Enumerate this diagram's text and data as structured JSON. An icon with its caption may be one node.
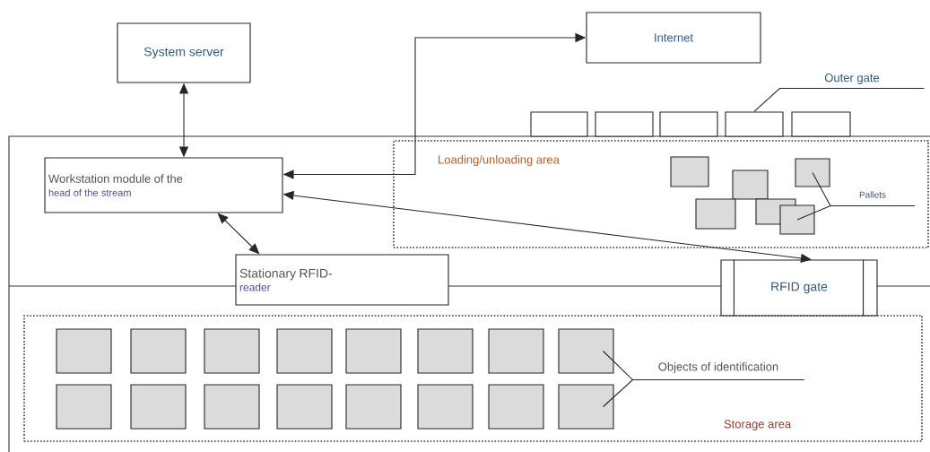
{
  "diagram": {
    "nodes": [
      {
        "text": [
          "System server"
        ]
      },
      {
        "text": [
          "Internet"
        ]
      },
      {
        "text": [
          "Outer gate"
        ]
      },
      {
        "text": [],
        "shape": "box"
      },
      {
        "text": [],
        "shape": "box"
      },
      {
        "text": [],
        "shape": "box"
      },
      {
        "text": [],
        "shape": "box"
      },
      {
        "text": [],
        "shape": "box"
      },
      {
        "text": [
          "Workstation module of the",
          "head of the stream"
        ]
      },
      {
        "text": [
          "Loading/unloading area"
        ]
      },
      {
        "text": [],
        "shape": "box",
        "in": 9
      },
      {
        "text": [],
        "shape": "box",
        "in": 9
      },
      {
        "text": [],
        "shape": "box",
        "in": 9
      },
      {
        "text": [],
        "shape": "box",
        "in": 9
      },
      {
        "text": [],
        "shape": "box",
        "in": 9
      },
      {
        "text": [],
        "shape": "box",
        "in": 9
      },
      {
        "text": [
          "Pallets"
        ],
        "in": 9
      },
      {
        "text": [
          "Stationary RFID-",
          "reader"
        ]
      },
      {
        "text": [
          "RFID gate"
        ]
      },
      {
        "text": [
          "Storage area"
        ]
      },
      {
        "text": [],
        "shape": "box",
        "in": 19
      },
      {
        "text": [],
        "shape": "box",
        "in": 19
      },
      {
        "text": [],
        "shape": "box",
        "in": 19
      },
      {
        "text": [],
        "shape": "box",
        "in": 19
      },
      {
        "text": [],
        "shape": "box",
        "in": 19
      },
      {
        "text": [],
        "shape": "box",
        "in": 19
      },
      {
        "text": [],
        "shape": "box",
        "in": 19
      },
      {
        "text": [],
        "shape": "box",
        "in": 19
      },
      {
        "text": [],
        "shape": "box",
        "in": 19
      },
      {
        "text": [],
        "shape": "box",
        "in": 19
      },
      {
        "text": [],
        "shape": "box",
        "in": 19
      },
      {
        "text": [],
        "shape": "box",
        "in": 19
      },
      {
        "text": [],
        "shape": "box",
        "in": 19
      },
      {
        "text": [],
        "shape": "box",
        "in": 19
      },
      {
        "text": [],
        "shape": "box",
        "in": 19
      },
      {
        "text": [],
        "shape": "box",
        "in": 19
      },
      {
        "text": [
          "Objects of identification"
        ],
        "in": 19
      }
    ],
    "edges": [
      {
        "from": 0,
        "to": 8,
        "arrow": "both"
      },
      {
        "from": 8,
        "to": 1,
        "arrow": "both"
      },
      {
        "from": 8,
        "to": 18,
        "arrow": "both"
      },
      {
        "from": 8,
        "to": 17,
        "arrow": "both"
      },
      {
        "from": 2,
        "to": 6,
        "arrow": "none"
      },
      {
        "from": 16,
        "to": 11,
        "arrow": "none"
      },
      {
        "from": 16,
        "to": 15,
        "arrow": "none"
      },
      {
        "from": 36,
        "to": 27,
        "arrow": "none"
      },
      {
        "from": 36,
        "to": 35,
        "arrow": "none"
      }
    ]
  }
}
